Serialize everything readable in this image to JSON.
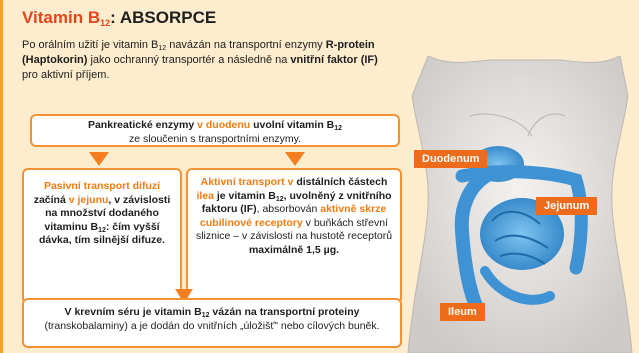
{
  "title": {
    "prefix": "Vitamin B",
    "sub": "12",
    "suffix": ": ABSORPCE"
  },
  "intro": {
    "t1": "Po orálním užití je vitamin B",
    "sub": "12",
    "t2": " navázán na transportní enzymy ",
    "b1": "R-protein (Haptokorin)",
    "t3": " jako ochranný transportér a následně na ",
    "b2": "vnitřní faktor (IF)",
    "t4": " pro aktivní příjem."
  },
  "box_top": {
    "b1": "Pankreatické enzymy ",
    "o1": "v duodenu",
    "b2": " uvolní vitamin B",
    "sub": "12",
    "t1": "ze sloučenin s transportními enzymy."
  },
  "box_left": {
    "o1": "Pasivní transport difuzí",
    "b1": " začíná ",
    "o2": "v jejunu",
    "b2": ", v závislosti na množství dodaného vitaminu B",
    "sub": "12",
    "b3": ": čím vyšší dávka, tím silnější difuze."
  },
  "box_right": {
    "o1": "Aktivní transport v",
    "b1": " distálních částech ",
    "o2": "ilea",
    "b2": " je vitamin B",
    "sub": "12",
    "b3": ", uvolněný z vnitřního faktoru (IF)",
    "t1": ", absorbován ",
    "o3": "aktivně skrze cubilinové receptory",
    "t2": " v buňkách střevní sliznice – v závislosti na hustotě receptorů ",
    "b4": "maximálně 1,5 µg."
  },
  "box_bottom": {
    "b1": "V krevním séru je vitamin B",
    "sub": "12",
    "b2": " vázán na transportní proteiny",
    "t1": "(transkobalaminy) a je dodán do vnitřních „úložišť\" nebo cílových buněk."
  },
  "labels": {
    "duodenum": "Duodenum",
    "jejunum": "Jejunum",
    "ileum": "Ileum"
  },
  "colors": {
    "accent_orange": "#f07c12",
    "title_red": "#e4461b",
    "label_bg": "#ef6b1c",
    "background": "#fdeccd"
  }
}
